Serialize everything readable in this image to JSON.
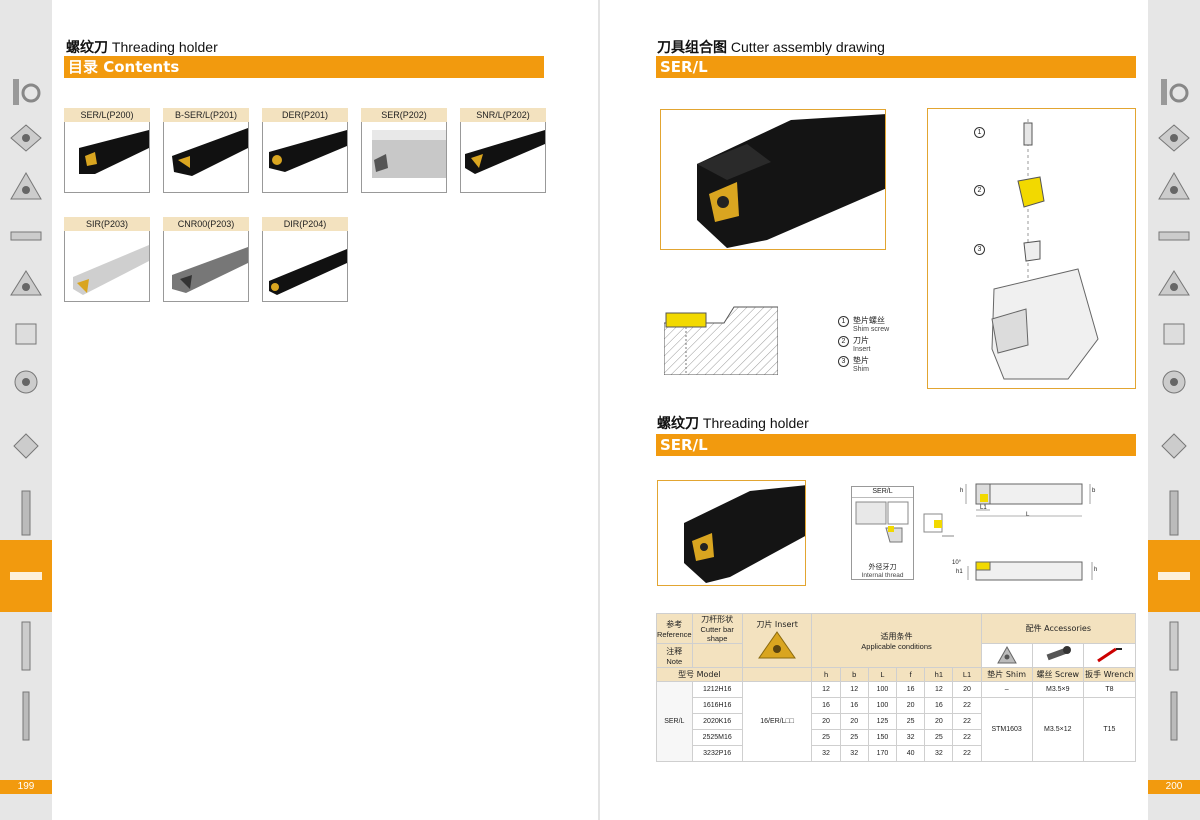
{
  "left_page": {
    "section_title_cn": "螺纹刀",
    "section_title_en": "Threading holder",
    "contents_bar": "目录 Contents",
    "thumbnails": [
      {
        "label": "SER/L(P200)"
      },
      {
        "label": "B-SER/L(P201)"
      },
      {
        "label": "DER(P201)"
      },
      {
        "label": "SER(P202)"
      },
      {
        "label": "SNR/L(P202)"
      },
      {
        "label": "SIR(P203)"
      },
      {
        "label": "CNR00(P203)"
      },
      {
        "label": "DIR(P204)"
      }
    ],
    "page_number": "199"
  },
  "right_page": {
    "assembly_title_cn": "刀具组合图",
    "assembly_title_en": "Cutter assembly drawing",
    "assembly_bar": "SER/L",
    "legend": [
      {
        "num": "1",
        "cn": "垫片螺丝",
        "en": "Shim screw"
      },
      {
        "num": "2",
        "cn": "刀片",
        "en": "Insert"
      },
      {
        "num": "3",
        "cn": "垫片",
        "en": "Shim"
      }
    ],
    "callouts": [
      "1",
      "2",
      "3"
    ],
    "holder_title_cn": "螺纹刀",
    "holder_title_en": "Threading holder",
    "holder_bar": "SER/L",
    "small_diagram": {
      "title": "SER/L",
      "caption_cn": "外径牙刀",
      "caption_en": "Internal thread"
    },
    "dim_labels": {
      "h": "h",
      "b": "b",
      "L1": "L1",
      "L": "L",
      "h1": "h1",
      "angle": "10°"
    },
    "table": {
      "ref_cn": "参考",
      "ref_en": "Reference",
      "shape_cn": "刀杆形状",
      "shape_en": "Cutter bar shape",
      "note_cn": "注释",
      "note_en": "Note",
      "model_label": "型号 Model",
      "insert_label": "刀片 Insert",
      "cond_cn": "适用条件",
      "cond_en": "Applicable conditions",
      "acc_label": "配件 Accessories",
      "columns": [
        "h",
        "b",
        "L",
        "f",
        "h1",
        "L1"
      ],
      "acc_columns": [
        "垫片 Shim",
        "螺丝 Screw",
        "扳手 Wrench"
      ],
      "series": "SER/L",
      "insert_code": "16/ER/L□□",
      "rows": [
        {
          "model": "1212H16",
          "h": "12",
          "b": "12",
          "L": "100",
          "f": "16",
          "h1": "12",
          "L1": "20"
        },
        {
          "model": "1616H16",
          "h": "16",
          "b": "16",
          "L": "100",
          "f": "20",
          "h1": "16",
          "L1": "22"
        },
        {
          "model": "2020K16",
          "h": "20",
          "b": "20",
          "L": "125",
          "f": "25",
          "h1": "20",
          "L1": "22"
        },
        {
          "model": "2525M16",
          "h": "25",
          "b": "25",
          "L": "150",
          "f": "32",
          "h1": "25",
          "L1": "22"
        },
        {
          "model": "3232P16",
          "h": "32",
          "b": "32",
          "L": "170",
          "f": "40",
          "h1": "32",
          "L1": "22"
        }
      ],
      "acc_row1": {
        "shim": "–",
        "screw": "M3.5×9",
        "wrench": "T8"
      },
      "acc_row2": {
        "shim": "STM1603",
        "screw": "M3.5×12",
        "wrench": "T15"
      }
    },
    "page_number": "200"
  },
  "colors": {
    "accent": "#f29a0e",
    "label_bg": "#f3e2bf",
    "frame": "#e2a531",
    "sidebar": "#e6e6e6"
  }
}
